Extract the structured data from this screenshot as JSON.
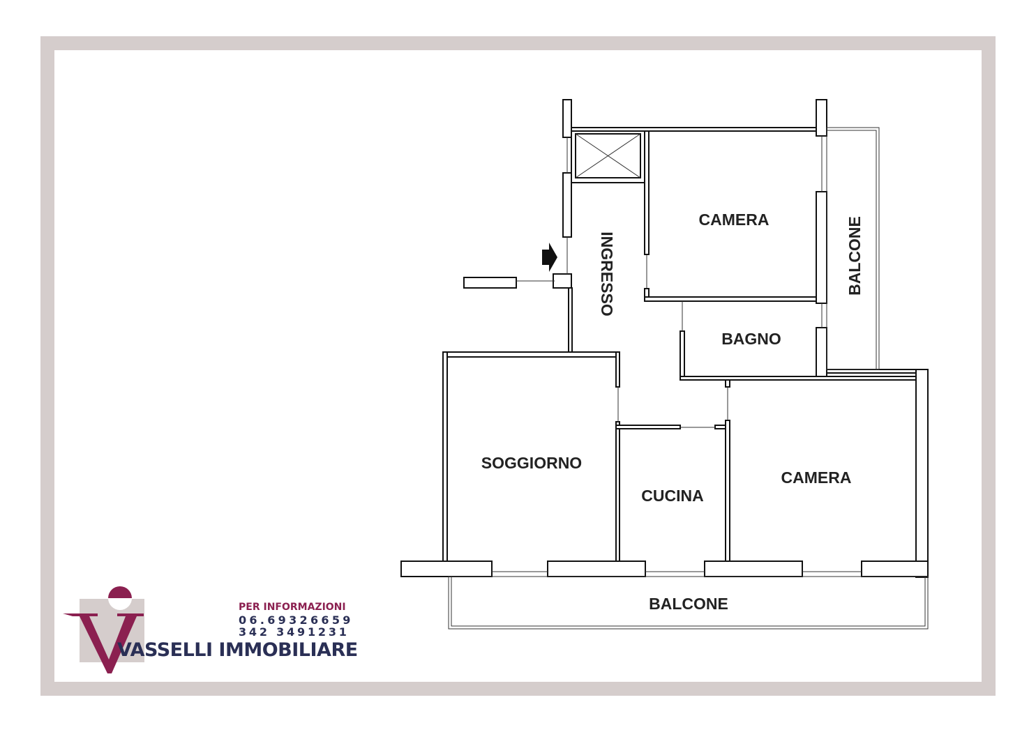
{
  "rooms": {
    "camera_top": "CAMERA",
    "ingresso": "INGRESSO",
    "balcone_side": "BALCONE",
    "bagno": "BAGNO",
    "soggiorno": "SOGGIORNO",
    "cucina": "CUCINA",
    "camera_bottom": "CAMERA",
    "balcone_bottom": "BALCONE"
  },
  "agency": {
    "info_label": "PER INFORMAZIONI",
    "phone_1": "06.69326659",
    "phone_2": "342 3491231",
    "name": "VASSELLI IMMOBILIARE",
    "logo_letter": "V",
    "colors": {
      "brand": "#8b2050",
      "text": "#2a2f55",
      "gray": "#d5cdcc"
    }
  }
}
